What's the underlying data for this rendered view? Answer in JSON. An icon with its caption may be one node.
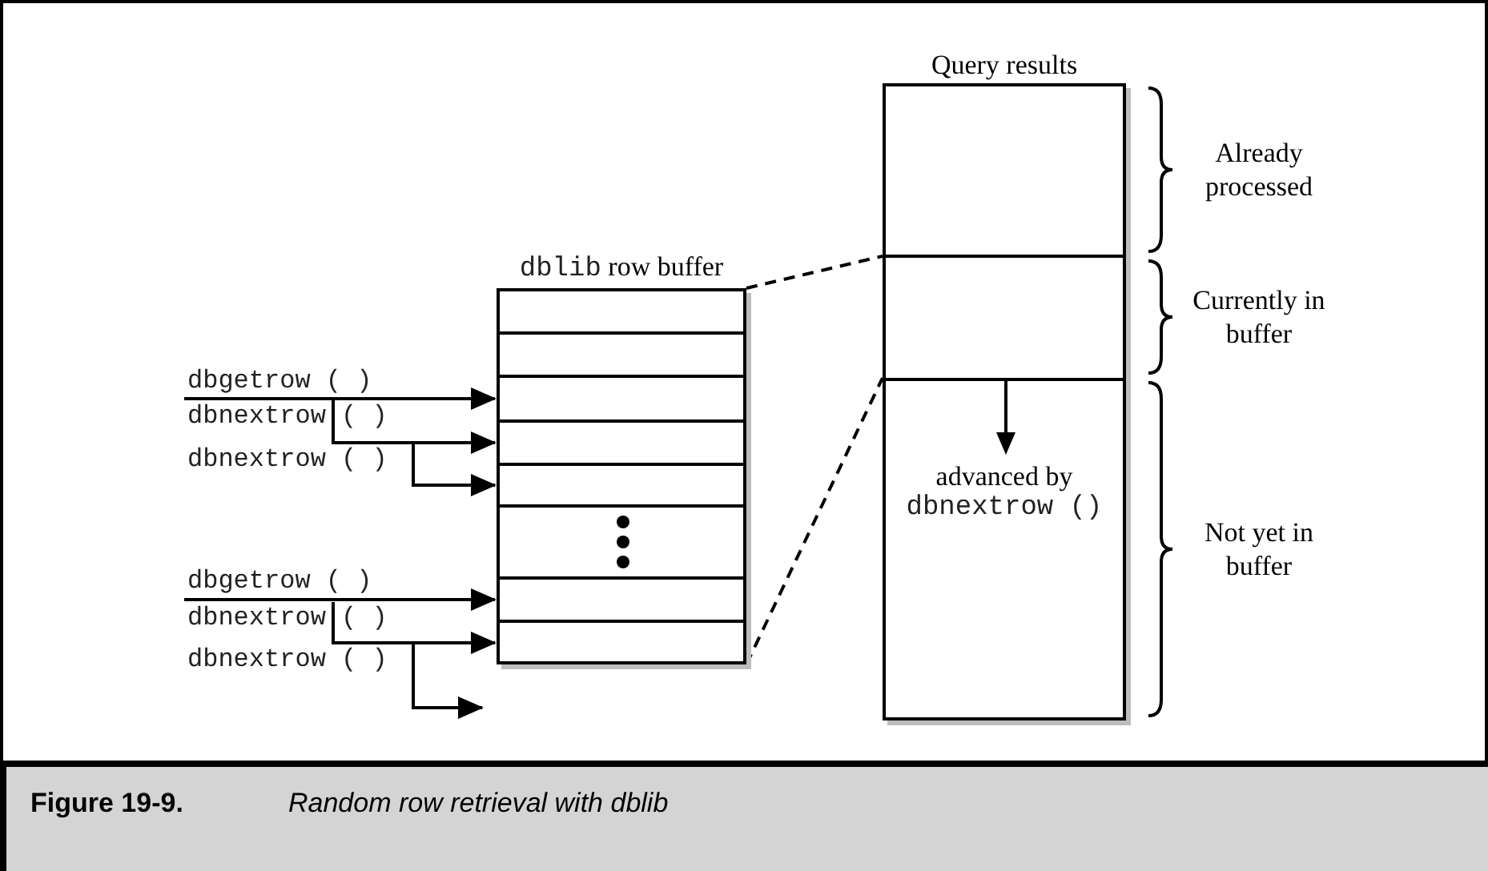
{
  "diagram": {
    "title": "Figure 19-9.",
    "caption": "Random row retrieval with dblib",
    "nodes": [
      {
        "text": [
          "dblib",
          "row buffer"
        ]
      },
      {
        "text": [
          "Query results"
        ]
      },
      {
        "text": [
          "advanced by",
          "dbnextrow ()"
        ],
        "in": 1
      },
      {
        "text": [
          "dbgetrow ( )"
        ]
      },
      {
        "text": [
          "dbnextrow ( )"
        ]
      },
      {
        "text": [
          "dbnextrow ( )"
        ]
      },
      {
        "text": [
          "dbgetrow ( )"
        ]
      },
      {
        "text": [
          "dbnextrow ( )"
        ]
      },
      {
        "text": [
          "dbnextrow ( )"
        ]
      }
    ],
    "edges": [
      {
        "from": 3,
        "to": 0,
        "arrow": "to"
      },
      {
        "from": 4,
        "to": 0,
        "arrow": "to"
      },
      {
        "from": 5,
        "to": 0,
        "arrow": "to"
      },
      {
        "from": 6,
        "to": 0,
        "arrow": "to"
      },
      {
        "from": 7,
        "to": 0,
        "arrow": "to"
      },
      {
        "from": 8,
        "to": null,
        "arrow": "to"
      },
      {
        "from": 0,
        "to": 1,
        "arrow": "none",
        "style": "dashed"
      },
      {
        "from": 0,
        "to": 1,
        "arrow": "none",
        "style": "dashed"
      }
    ],
    "labels": [
      "Already processed",
      "Currently in buffer",
      "Not yet in buffer"
    ]
  }
}
